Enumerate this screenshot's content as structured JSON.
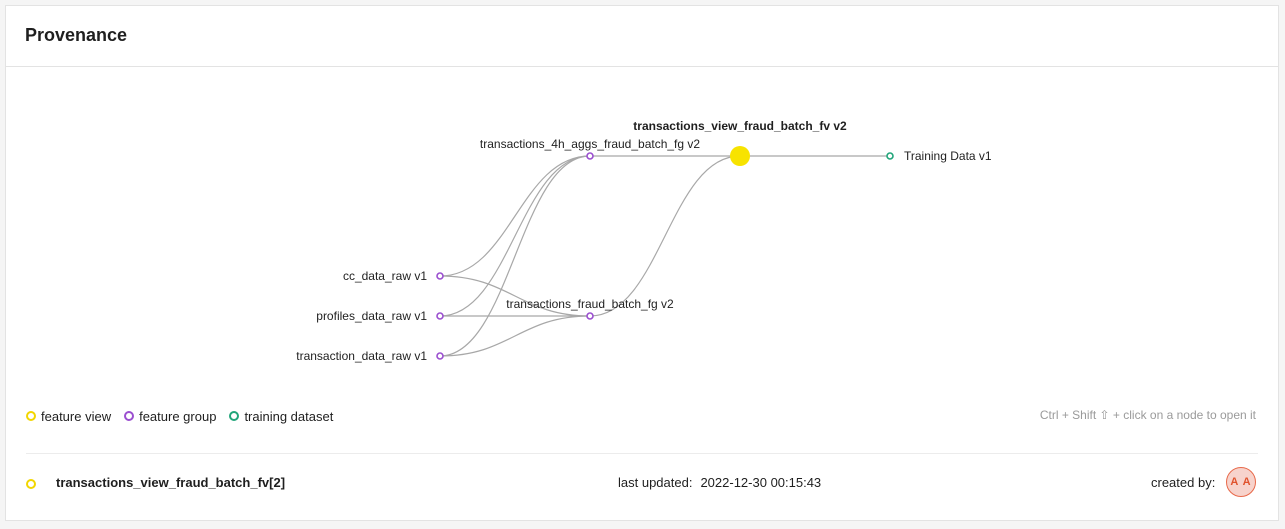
{
  "title": "Provenance",
  "graph": {
    "feature_view": "transactions_view_fraud_batch_fv v2",
    "training_data": "Training Data v1",
    "fg_aggs": "transactions_4h_aggs_fraud_batch_fg v2",
    "fg_fraud": "transactions_fraud_batch_fg v2",
    "raw_cc": "cc_data_raw v1",
    "raw_profiles": "profiles_data_raw v1",
    "raw_transaction": "transaction_data_raw v1"
  },
  "legend": {
    "feature_view": "feature view",
    "feature_group": "feature group",
    "training_dataset": "training dataset"
  },
  "hint": "Ctrl + Shift ⇧ + click on a node to open it",
  "footer": {
    "name": "transactions_view_fraud_batch_fv[2]",
    "updated_label": "last updated:",
    "updated_value": "2022-12-30 00:15:43",
    "created_label": "created by:",
    "avatar_initials": "A A"
  },
  "colors": {
    "feature_view": "#f2d600",
    "feature_group": "#9b4fd0",
    "training_dataset": "#21a57a",
    "edge": "#a8a8a8",
    "avatar_border": "#e8694a"
  }
}
